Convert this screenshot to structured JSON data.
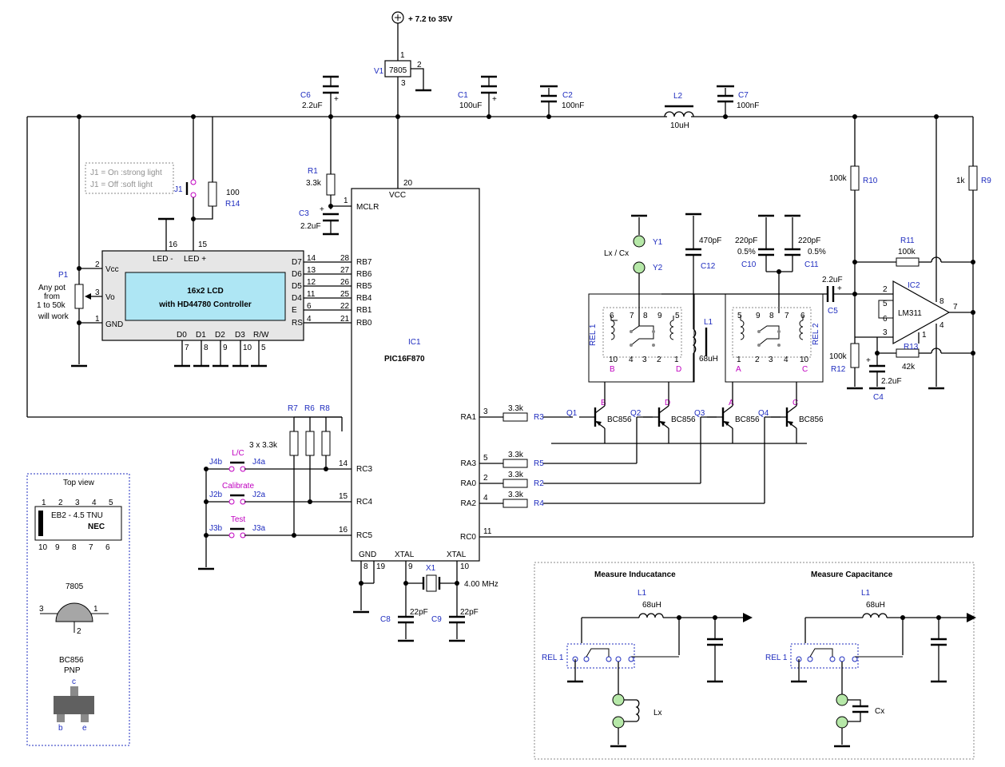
{
  "supply": {
    "label": "+ 7.2 to 35V"
  },
  "regulator": {
    "ref": "V1",
    "part": "7805",
    "pin_in": "1",
    "pin_gnd": "2",
    "pin_out": "3"
  },
  "caps": {
    "c1": {
      "ref": "C1",
      "value": "100uF"
    },
    "c2": {
      "ref": "C2",
      "value": "100nF"
    },
    "c3": {
      "ref": "C3",
      "value": "2.2uF"
    },
    "c4": {
      "ref": "C4",
      "value": "2.2uF"
    },
    "c5": {
      "ref": "C5",
      "value": "2.2uF"
    },
    "c6": {
      "ref": "C6",
      "value": "2.2uF"
    },
    "c7": {
      "ref": "C7",
      "value": "100nF"
    },
    "c8": {
      "ref": "C8",
      "value": "22pF"
    },
    "c9": {
      "ref": "C9",
      "value": "22pF"
    },
    "c10": {
      "ref": "C10",
      "value": "220pF",
      "tol": "0.5%"
    },
    "c11": {
      "ref": "C11",
      "value": "220pF",
      "tol": "0.5%"
    },
    "c12": {
      "ref": "C12",
      "value": "470pF"
    }
  },
  "inductors": {
    "l1": {
      "ref": "L1",
      "value": "68uH"
    },
    "l2": {
      "ref": "L2",
      "value": "10uH"
    }
  },
  "resistors": {
    "r1": {
      "ref": "R1",
      "value": "3.3k"
    },
    "r2": {
      "ref": "R2",
      "value": "3.3k"
    },
    "r3": {
      "ref": "R3",
      "value": "3.3k"
    },
    "r4": {
      "ref": "R4",
      "value": "3.3k"
    },
    "r5": {
      "ref": "R5",
      "value": "3.3k"
    },
    "r6": {
      "ref": "R6"
    },
    "r7": {
      "ref": "R7"
    },
    "r8": {
      "ref": "R8"
    },
    "r678": {
      "value": "3 x 3.3k"
    },
    "r9": {
      "ref": "R9",
      "value": "1k"
    },
    "r10": {
      "ref": "R10",
      "value": "100k"
    },
    "r11": {
      "ref": "R11",
      "value": "100k"
    },
    "r12": {
      "ref": "R12",
      "value": "100k"
    },
    "r13": {
      "ref": "R13",
      "value": "42k"
    },
    "r14": {
      "ref": "R14",
      "value": "100"
    }
  },
  "jumper_note": {
    "line1": "J1 = On :strong light",
    "line2": "J1 = Off :soft light",
    "ref": "J1"
  },
  "pot": {
    "ref": "P1",
    "lines": [
      "Any pot",
      "from",
      "1 to 50k",
      "will work"
    ]
  },
  "lcd": {
    "title1": "16x2 LCD",
    "title2": "with HD44780 Controller",
    "vcc": "Vcc",
    "vo": "Vo",
    "gnd": "GND",
    "pin_vcc": "2",
    "pin_vo": "3",
    "pin_gnd": "1",
    "led_minus": "LED -",
    "led_plus": "LED +",
    "pin_led_minus": "16",
    "pin_led_plus": "15",
    "right": [
      {
        "name": "D7",
        "pin": "14"
      },
      {
        "name": "D6",
        "pin": "13"
      },
      {
        "name": "D5",
        "pin": "12"
      },
      {
        "name": "D4",
        "pin": "11"
      },
      {
        "name": "E",
        "pin": "6"
      },
      {
        "name": "RS",
        "pin": "4"
      }
    ],
    "bottom": [
      {
        "name": "D0",
        "pin": "7"
      },
      {
        "name": "D1",
        "pin": "8"
      },
      {
        "name": "D2",
        "pin": "9"
      },
      {
        "name": "D3",
        "pin": "10"
      },
      {
        "name": "R/W",
        "pin": "5"
      }
    ]
  },
  "mcu": {
    "ref": "IC1",
    "part": "PIC16F870",
    "vcc": "VCC",
    "pin_vcc": "20",
    "mclr": "MCLR",
    "pin_mclr": "1",
    "left": [
      {
        "name": "RB7",
        "pin": "28"
      },
      {
        "name": "RB6",
        "pin": "27"
      },
      {
        "name": "RB5",
        "pin": "26"
      },
      {
        "name": "RB4",
        "pin": "25"
      },
      {
        "name": "RB1",
        "pin": "22"
      },
      {
        "name": "RB0",
        "pin": "21"
      }
    ],
    "rc": [
      {
        "name": "RC3",
        "pin": "14"
      },
      {
        "name": "RC4",
        "pin": "15"
      },
      {
        "name": "RC5",
        "pin": "16"
      }
    ],
    "right": [
      {
        "name": "RA1",
        "pin": "3"
      },
      {
        "name": "RA3",
        "pin": "5"
      },
      {
        "name": "RA0",
        "pin": "2"
      },
      {
        "name": "RA2",
        "pin": "4"
      },
      {
        "name": "RC0",
        "pin": "11"
      }
    ],
    "gnd": "GND",
    "xtal1": "XTAL",
    "xtal2": "XTAL",
    "pin_gnd1": "8",
    "pin_gnd2": "19",
    "pin_x1": "9",
    "pin_x2": "10"
  },
  "crystal": {
    "ref": "X1",
    "value": "4.00 MHz"
  },
  "jumpers": [
    {
      "left": "J4b",
      "right": "J4a",
      "name": "L/C"
    },
    {
      "left": "J2b",
      "right": "J2a",
      "name": "Calibrate"
    },
    {
      "left": "J3b",
      "right": "J3a",
      "name": "Test"
    }
  ],
  "probes": {
    "y1": "Y1",
    "y2": "Y2",
    "label": "Lx / Cx"
  },
  "relays": {
    "rel1": {
      "ref": "REL 1",
      "top": [
        "6",
        "7",
        "8",
        "9",
        "5"
      ],
      "bottom": [
        "10",
        "4",
        "3",
        "2",
        "1"
      ],
      "coil_b": "B",
      "coil_d": "D"
    },
    "rel2": {
      "ref": "REL 2",
      "top": [
        "5",
        "9",
        "8",
        "7",
        "6"
      ],
      "bottom": [
        "1",
        "2",
        "3",
        "4",
        "10"
      ],
      "coil_a": "A",
      "coil_c": "C"
    }
  },
  "transistors": [
    {
      "ref": "Q1",
      "part": "BC856",
      "tag": "B"
    },
    {
      "ref": "Q2",
      "part": "BC856",
      "tag": "D"
    },
    {
      "ref": "Q3",
      "part": "BC856",
      "tag": "A"
    },
    {
      "ref": "Q4",
      "part": "BC856",
      "tag": "C"
    }
  ],
  "comparator": {
    "ref": "IC2",
    "part": "LM311",
    "pins": {
      "in_plus": "2",
      "in_minus": "3",
      "p5": "5",
      "p6": "6",
      "p8": "8",
      "p7": "7",
      "p4": "4",
      "p1": "1"
    }
  },
  "legend": {
    "top_view": "Top view",
    "relay_part": "EB2 - 4.5 TNU",
    "relay_brand": "NEC",
    "relay_top_pins": [
      "1",
      "2",
      "3",
      "4",
      "5"
    ],
    "relay_bottom_pins": [
      "10",
      "9",
      "8",
      "7",
      "6"
    ],
    "reg_name": "7805",
    "reg_pins": [
      "3",
      "1",
      "2"
    ],
    "bjt_name": "BC856",
    "bjt_type": "PNP",
    "bjt_pins": {
      "c": "c",
      "b": "b",
      "e": "e"
    }
  },
  "measure": {
    "ind_title": "Measure Inducatance",
    "cap_title": "Measure Capacitance",
    "l1": "L1",
    "l1_value": "68uH",
    "rel": "REL 1",
    "lx": "Lx",
    "cx": "Cx"
  }
}
